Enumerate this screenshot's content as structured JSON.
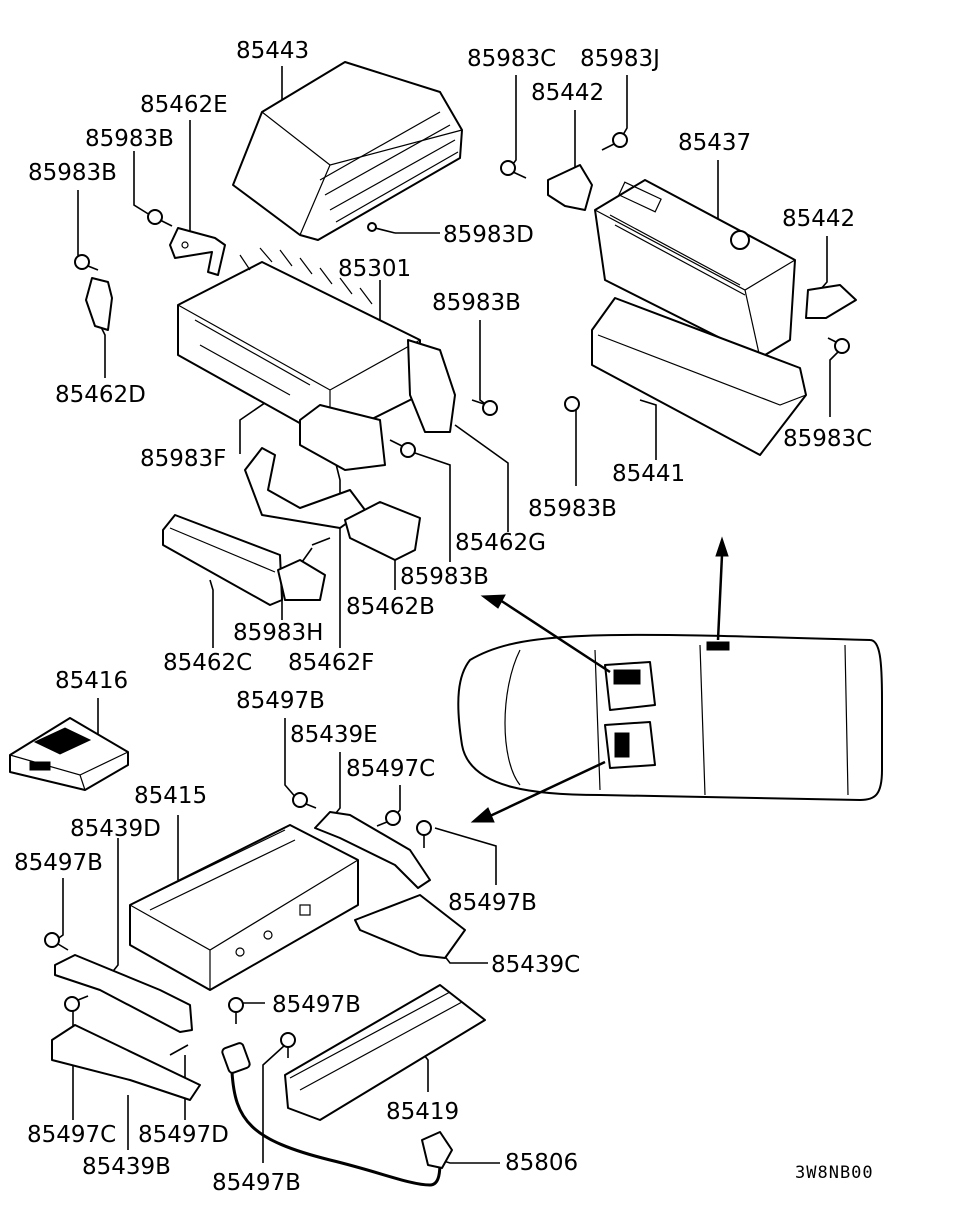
{
  "diagram": {
    "code": "3W8NB00",
    "labels": {
      "p85443": "85443",
      "p85462E": "85462E",
      "p85983B_a": "85983B",
      "p85983B_b": "85983B",
      "p85462D": "85462D",
      "p85983C_top": "85983C",
      "p85983J": "85983J",
      "p85442_top": "85442",
      "p85437": "85437",
      "p85442_right": "85442",
      "p85301": "85301",
      "p85983D": "85983D",
      "p85983B_c": "85983B",
      "p85983F": "85983F",
      "p85983C_right": "85983C",
      "p85441": "85441",
      "p85462G": "85462G",
      "p85983B_d": "85983B",
      "p85983B_e": "85983B",
      "p85462B": "85462B",
      "p85983H": "85983H",
      "p85462C": "85462C",
      "p85462F": "85462F",
      "p85416": "85416",
      "p85497B_a": "85497B",
      "p85439E": "85439E",
      "p85497C_a": "85497C",
      "p85415": "85415",
      "p85439D": "85439D",
      "p85497B_b": "85497B",
      "p85497B_c": "85497B",
      "p85439C": "85439C",
      "p85497B_d": "85497B",
      "p85419": "85419",
      "p85497C_b": "85497C",
      "p85497D": "85497D",
      "p85439B": "85439B",
      "p85806": "85806",
      "p85497B_e": "85497B"
    }
  }
}
